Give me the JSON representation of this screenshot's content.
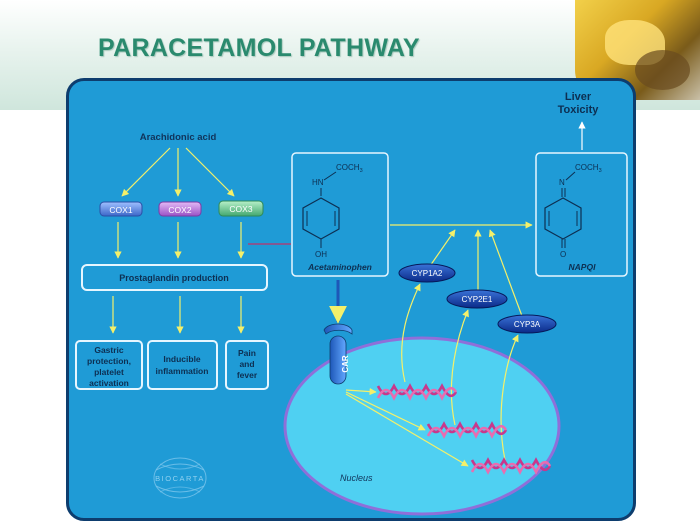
{
  "title": "PARACETAMOL PATHWAY",
  "arachidonic": "Arachidonic acid",
  "cox": [
    "COX1",
    "COX2",
    "COX3"
  ],
  "prostaglandin": "Prostaglandin production",
  "effects": [
    [
      "Gastric",
      "protection,",
      "platelet",
      "activation"
    ],
    [
      "Inducible",
      "inflammation"
    ],
    [
      "Pain",
      "and",
      "fever"
    ]
  ],
  "acetaminophen": {
    "label": "Acetaminophen",
    "hn": "HN",
    "coch3": "COCH",
    "sub3": "3",
    "oh": "OH"
  },
  "napqi": {
    "label": "NAPQI",
    "n": "N",
    "coch3": "COCH",
    "sub3": "3",
    "o": "O"
  },
  "liver": [
    "Liver",
    "Toxicity"
  ],
  "cyps": [
    "CYP1A2",
    "CYP2E1",
    "CYP3A"
  ],
  "car": "CAR",
  "nucleus": "Nucleus",
  "logo": "BIOCARTA",
  "colors": {
    "panel": "#1f9bd6",
    "cox1": "#4d7fe0",
    "cox2": "#b06fd8",
    "cox3": "#5cc28a",
    "nucleus": "#4fd0f2",
    "dna": "#c8388c",
    "arrow": "#f4f06a"
  }
}
